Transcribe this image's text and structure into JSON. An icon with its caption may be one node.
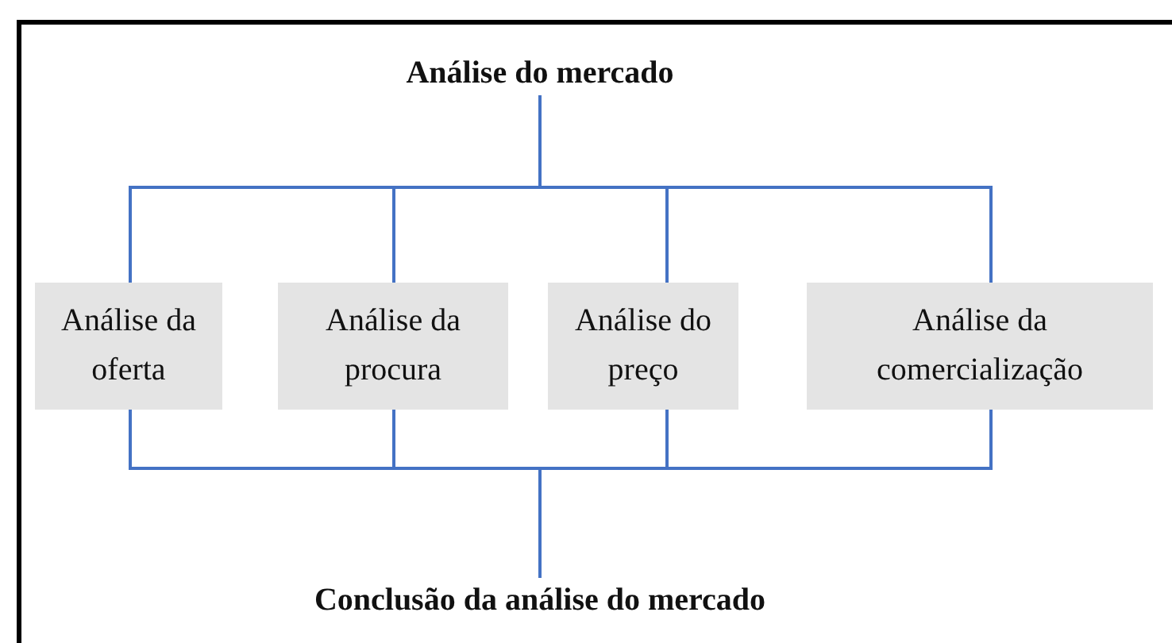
{
  "diagram": {
    "nodes": [
      {
        "text": [
          "Análise do mercado"
        ]
      },
      {
        "text": [
          "Análise da oferta"
        ]
      },
      {
        "text": [
          "Análise da procura"
        ]
      },
      {
        "text": [
          "Análise do preço"
        ]
      },
      {
        "text": [
          "Análise da comercialização"
        ]
      },
      {
        "text": [
          "Conclusão da análise do mercado"
        ]
      }
    ],
    "edges": [
      {
        "from": 0,
        "to": 1,
        "arrow": "none"
      },
      {
        "from": 0,
        "to": 2,
        "arrow": "none"
      },
      {
        "from": 0,
        "to": 3,
        "arrow": "none"
      },
      {
        "from": 0,
        "to": 4,
        "arrow": "none"
      },
      {
        "from": 1,
        "to": 5,
        "arrow": "none"
      },
      {
        "from": 2,
        "to": 5,
        "arrow": "none"
      },
      {
        "from": 3,
        "to": 5,
        "arrow": "none"
      },
      {
        "from": 4,
        "to": 5,
        "arrow": "none"
      }
    ]
  }
}
